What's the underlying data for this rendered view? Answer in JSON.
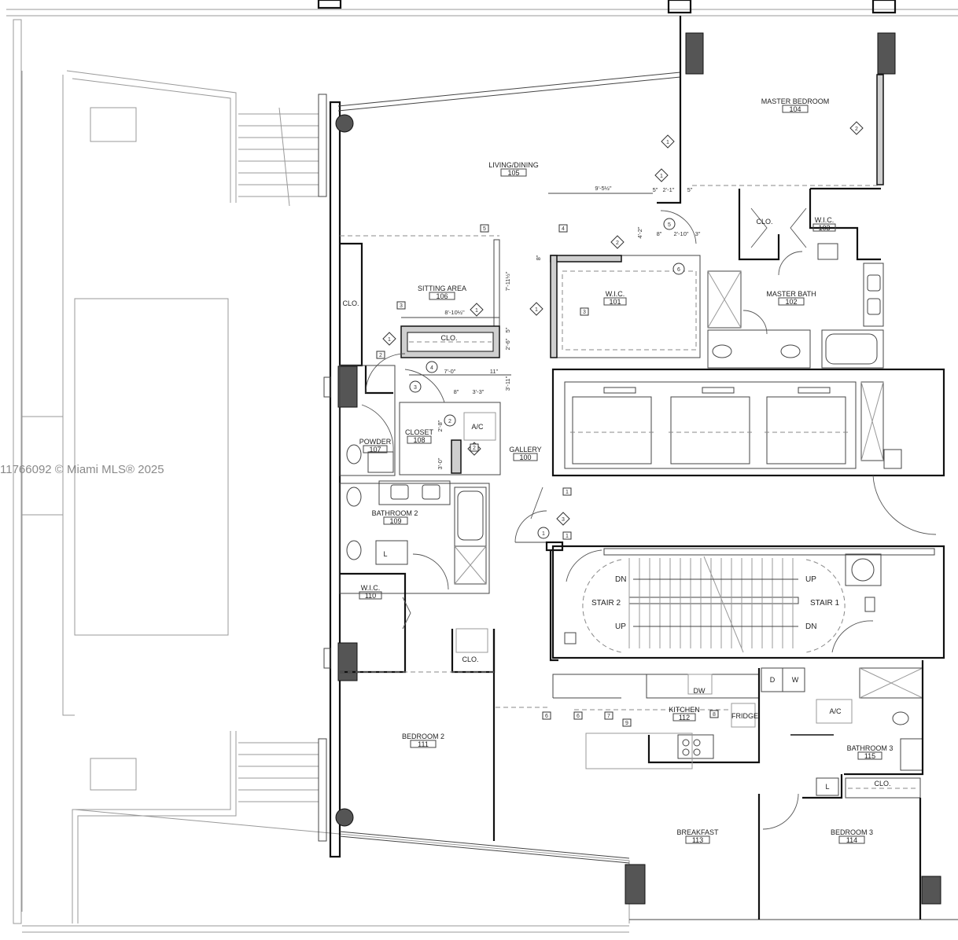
{
  "plan": {
    "type": "architectural floor plan",
    "watermark": "11766092 © Miami MLS® 2025",
    "rooms": [
      {
        "name": "MASTER BEDROOM",
        "number": "104"
      },
      {
        "name": "LIVING/DINING",
        "number": "105"
      },
      {
        "name": "W.I.C.",
        "number": "103"
      },
      {
        "name": "CLO.",
        "number": ""
      },
      {
        "name": "SITTING AREA",
        "number": "106"
      },
      {
        "name": "W.I.C.",
        "number": "101"
      },
      {
        "name": "MASTER BATH",
        "number": "102"
      },
      {
        "name": "POWDER",
        "number": "107"
      },
      {
        "name": "CLOSET",
        "number": "108"
      },
      {
        "name": "GALLERY",
        "number": "100"
      },
      {
        "name": "BATHROOM 2",
        "number": "109"
      },
      {
        "name": "W.I.C.",
        "number": "110"
      },
      {
        "name": "BEDROOM 2",
        "number": "111"
      },
      {
        "name": "KITCHEN",
        "number": "112"
      },
      {
        "name": "BATHROOM 3",
        "number": "115"
      },
      {
        "name": "BREAKFAST",
        "number": "113"
      },
      {
        "name": "BEDROOM 3",
        "number": "114"
      }
    ],
    "labels": {
      "clo": "CLO.",
      "ac": "A/C",
      "l": "L",
      "dw": "DW",
      "fridge": "FRIDGE",
      "d": "D",
      "w": "W"
    },
    "stairs": {
      "stair1": "STAIR 1",
      "stair2": "STAIR 2",
      "up": "UP",
      "dn": "DN"
    },
    "dimensions": {
      "d1": "9'-5½\"",
      "d2": "5\"",
      "d3": "2'-1\"",
      "d4": "5\"",
      "d5": "4'-2\"",
      "d6": "8\"",
      "d7": "2'-10\"",
      "d8": "3\"",
      "d9": "8\"",
      "d10": "7'-11½\"",
      "d11": "8'-10½\"",
      "d12": "5\"",
      "d13": "2'-6\"",
      "d14": "7'-0\"",
      "d15": "11\"",
      "d16": "3'-11\"",
      "d17": "8\"",
      "d18": "3'-3\"",
      "d19": "2'-8\"",
      "d20": "3'-0\""
    },
    "keynotes": {
      "k1": "1",
      "k2": "2",
      "k3": "3",
      "k4": "4",
      "k5": "5",
      "k6": "6",
      "k7": "7",
      "k8": "8",
      "k9": "9"
    }
  }
}
